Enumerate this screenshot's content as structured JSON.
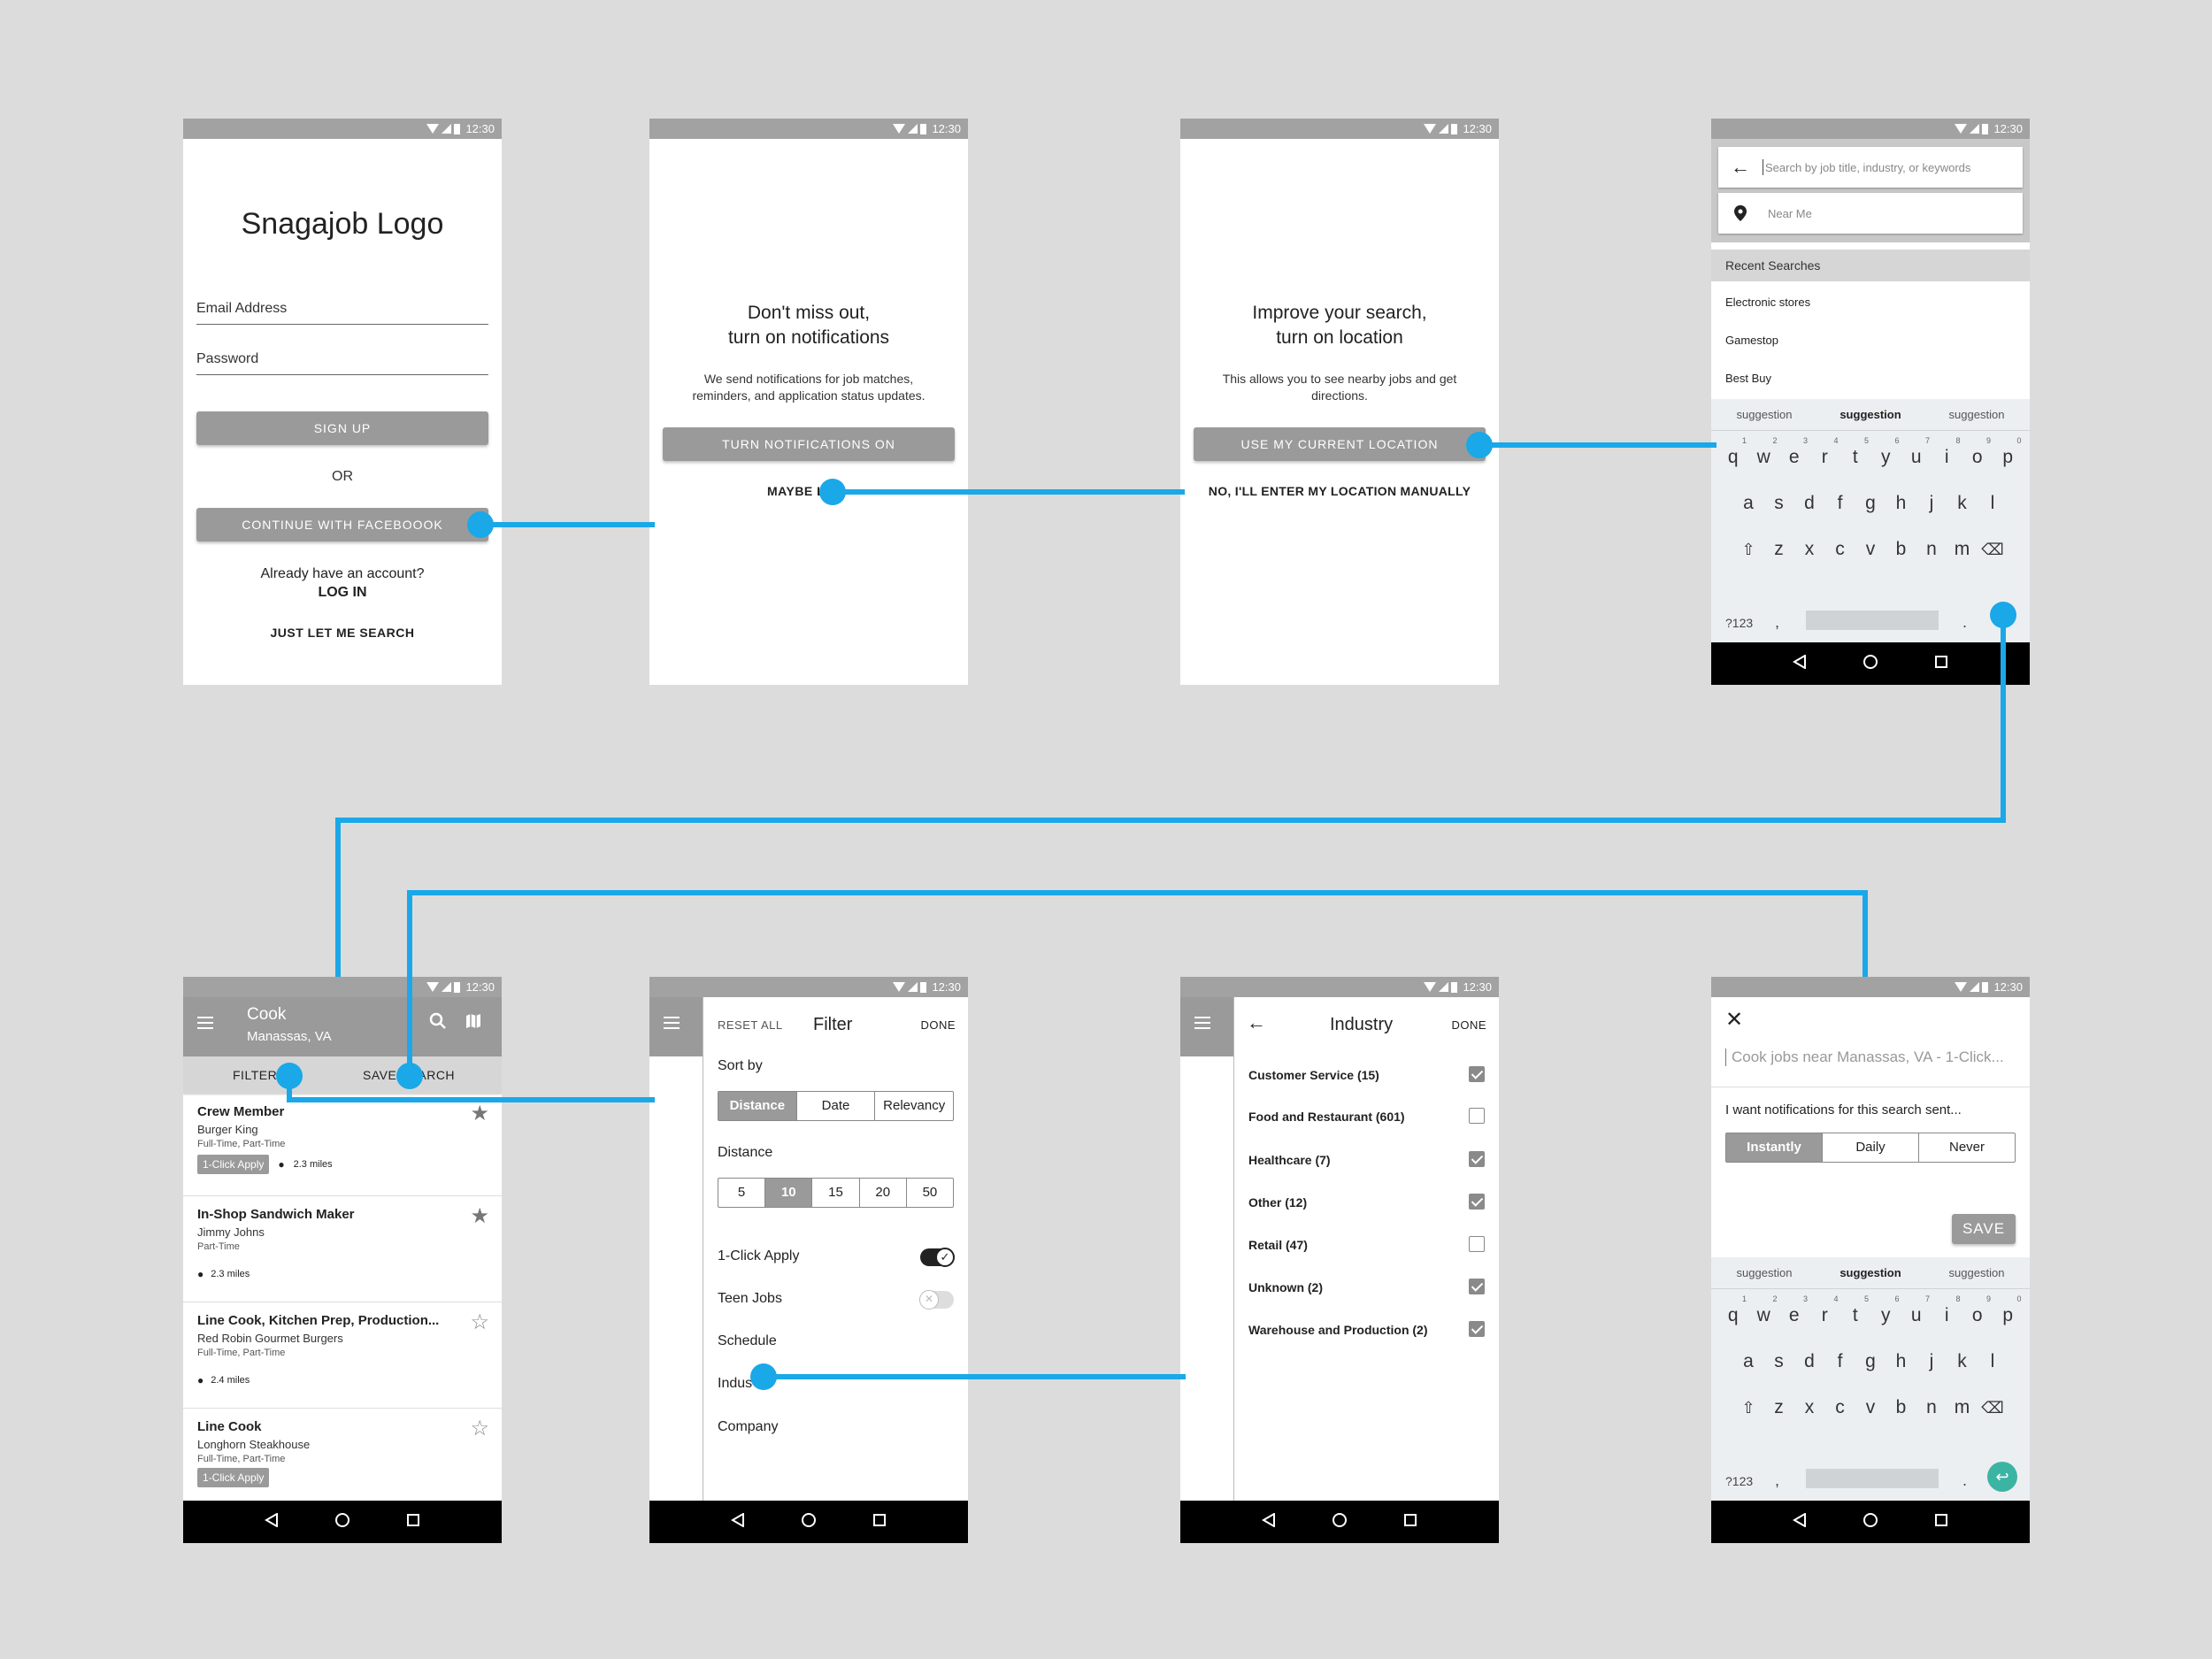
{
  "status_time": "12:30",
  "screens": {
    "login": {
      "logo": "Snagajob Logo",
      "email_placeholder": "Email Address",
      "password_placeholder": "Password",
      "signup_label": "SIGN UP",
      "or_label": "OR",
      "facebook_label": "CONTINUE WITH FACEBOOOK",
      "already_label": "Already have an account?",
      "login_label": "LOG IN",
      "just_search_label": "JUST LET ME SEARCH"
    },
    "notifications": {
      "title_line1": "Don't miss out,",
      "title_line2": "turn on notifications",
      "body_line1": "We send notifications for job matches,",
      "body_line2": "reminders, and application status updates.",
      "primary_label": "TURN NOTIFICATIONS ON",
      "secondary_label": "MAYBE L"
    },
    "location": {
      "title_line1": "Improve your search,",
      "title_line2": "turn on location",
      "body_line1": "This allows you to see nearby jobs and get",
      "body_line2": "directions.",
      "primary_label": "USE MY CURRENT LOCATION",
      "secondary_label": "NO, I'LL ENTER MY LOCATION MANUALLY"
    },
    "search": {
      "search_placeholder": "Search by job title, industry, or keywords",
      "location_placeholder": "Near Me",
      "recent_header": "Recent Searches",
      "recent": [
        "Electronic stores",
        "Gamestop",
        "Best Buy"
      ]
    },
    "results": {
      "query": "Cook",
      "location": "Manassas, VA",
      "filters_label": "FILTERS",
      "save_label": "SAVE SEARCH",
      "jobs": [
        {
          "title": "Crew Member",
          "company": "Burger King",
          "type": "Full-Time, Part-Time",
          "badge": "1-Click Apply",
          "distance": "2.3 miles",
          "starred": true
        },
        {
          "title": "In-Shop Sandwich Maker",
          "company": "Jimmy Johns",
          "type": "Part-Time",
          "badge": "",
          "distance": "2.3 miles",
          "starred": true
        },
        {
          "title": "Line Cook, Kitchen Prep, Production...",
          "company": "Red Robin Gourmet Burgers",
          "type": "Full-Time, Part-Time",
          "badge": "",
          "distance": "2.4 miles",
          "starred": false
        },
        {
          "title": "Line Cook",
          "company": "Longhorn Steakhouse",
          "type": "Full-Time, Part-Time",
          "badge": "1-Click Apply",
          "distance": "",
          "starred": false
        }
      ]
    },
    "filter": {
      "reset_label": "RESET ALL",
      "title": "Filter",
      "done_label": "DONE",
      "sort_label": "Sort by",
      "sort_options": [
        "Distance",
        "Date",
        "Relevancy"
      ],
      "sort_selected": "Distance",
      "distance_label": "Distance",
      "distance_options": [
        "5",
        "10",
        "15",
        "20",
        "50"
      ],
      "distance_selected": "10",
      "one_click_label": "1-Click Apply",
      "one_click_on": true,
      "teen_label": "Teen Jobs",
      "teen_on": false,
      "schedule_label": "Schedule",
      "industry_label": "Indus",
      "company_label": "Company"
    },
    "industry": {
      "title": "Industry",
      "done_label": "DONE",
      "items": [
        {
          "label": "Customer Service (15)",
          "checked": true
        },
        {
          "label": "Food and Restaurant (601)",
          "checked": false
        },
        {
          "label": "Healthcare (7)",
          "checked": true
        },
        {
          "label": "Other (12)",
          "checked": true
        },
        {
          "label": "Retail (47)",
          "checked": false
        },
        {
          "label": "Unknown (2)",
          "checked": true
        },
        {
          "label": "Warehouse and Production (2)",
          "checked": true
        }
      ]
    },
    "save_search": {
      "name_value": "Cook jobs near Manassas, VA - 1-Click...",
      "notify_label": "I want notifications for this search sent...",
      "freq_options": [
        "Instantly",
        "Daily",
        "Never"
      ],
      "freq_selected": "Instantly",
      "save_label": "SAVE"
    }
  },
  "keyboard": {
    "suggestions": [
      "suggestion",
      "suggestion",
      "suggestion"
    ],
    "row1": [
      "q",
      "w",
      "e",
      "r",
      "t",
      "y",
      "u",
      "i",
      "o",
      "p"
    ],
    "row1_nums": [
      "1",
      "2",
      "3",
      "4",
      "5",
      "6",
      "7",
      "8",
      "9",
      "0"
    ],
    "row2": [
      "a",
      "s",
      "d",
      "f",
      "g",
      "h",
      "j",
      "k",
      "l"
    ],
    "row3": [
      "z",
      "x",
      "c",
      "v",
      "b",
      "n",
      "m"
    ],
    "sym_label": "?123",
    "comma": ",",
    "period": "."
  },
  "colors": {
    "background": "#dcdcdc",
    "flow_line": "#1aa8e8",
    "button": "#9a9a9a",
    "statusbar": "#a2a2a2"
  }
}
